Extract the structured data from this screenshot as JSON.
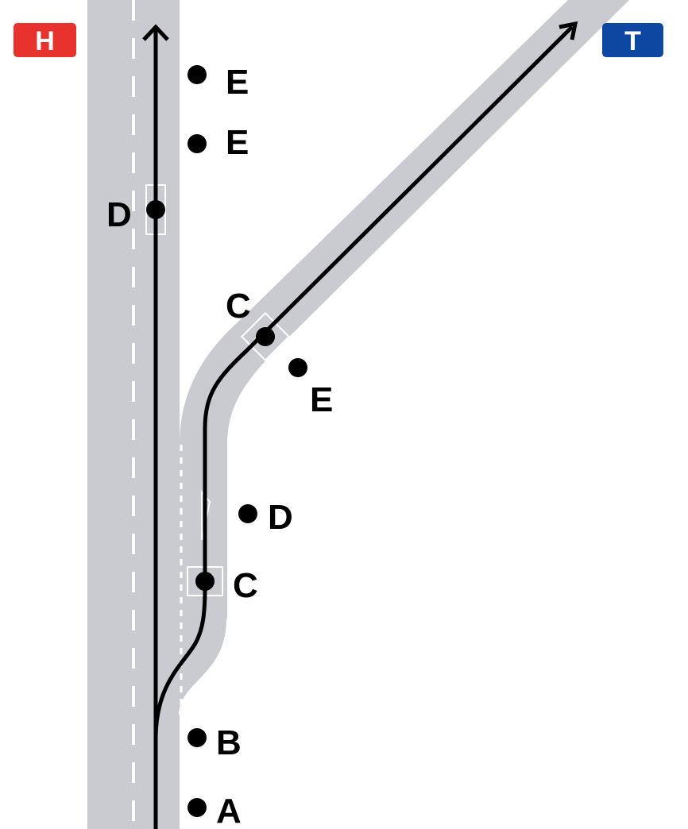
{
  "badges": {
    "left": {
      "text": "H",
      "color": "#e8322e"
    },
    "right": {
      "text": "T",
      "color": "#0d47a1"
    }
  },
  "markers": {
    "e1": "E",
    "e2": "E",
    "d_main": "D",
    "c_ramp": "C",
    "e_ramp": "E",
    "d_lane": "D",
    "c_lane": "C",
    "b": "B",
    "a": "A"
  },
  "colors": {
    "road": "#c9cbd1",
    "route": "#000000",
    "lane_marking": "#ffffff"
  }
}
